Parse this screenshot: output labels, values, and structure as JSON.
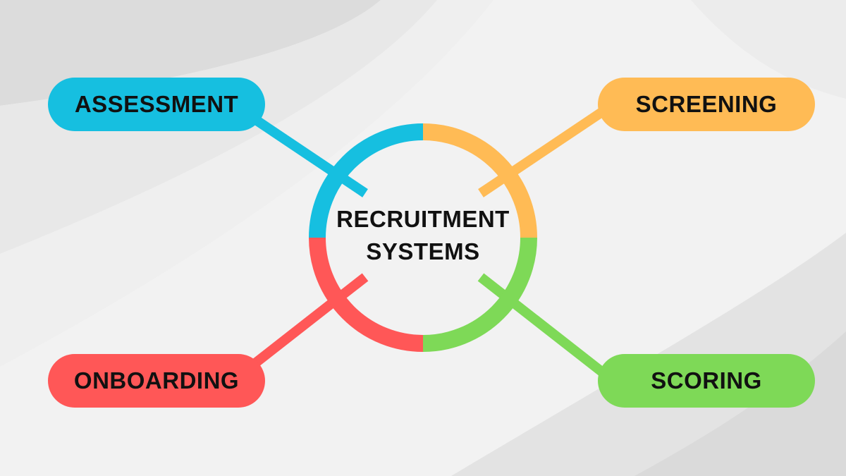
{
  "center": {
    "line1": "RECRUITMENT",
    "line2": "SYSTEMS"
  },
  "nodes": {
    "assessment": {
      "label": "ASSESSMENT",
      "color": "#16bfe0"
    },
    "screening": {
      "label": "SCREENING",
      "color": "#ffbb55"
    },
    "onboarding": {
      "label": "ONBOARDING",
      "color": "#ff5757"
    },
    "scoring": {
      "label": "SCORING",
      "color": "#7ed957"
    }
  },
  "background": {
    "base": "#f2f2f2",
    "shade_dark": "#dedede",
    "shade_light": "#e9e9e9"
  }
}
